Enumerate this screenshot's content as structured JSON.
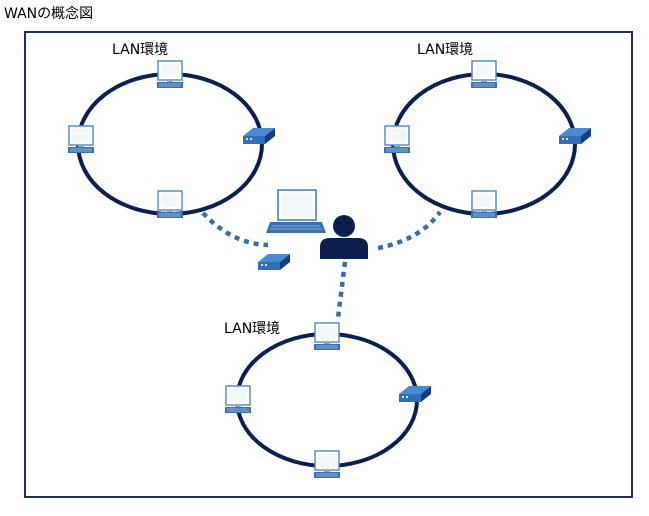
{
  "title": "WANの概念図",
  "lan_groups": [
    {
      "label": "LAN環境",
      "devices": [
        "pc-top",
        "pc-left",
        "pc-bottom",
        "switch-right"
      ]
    },
    {
      "label": "LAN環境",
      "devices": [
        "pc-top",
        "pc-left",
        "pc-bottom",
        "switch-right"
      ]
    },
    {
      "label": "LAN環境",
      "devices": [
        "pc-top",
        "pc-left",
        "pc-bottom",
        "switch-right"
      ]
    }
  ],
  "center_devices": [
    "laptop",
    "switch",
    "user"
  ],
  "colors": {
    "ring": "#0d1f4d",
    "dotted_link": "#3f6c9a",
    "monitor_frame": "#5a8fc4",
    "switch_top": "#2e6fb6",
    "switch_side": "#143f7a",
    "user": "#0d1f4d",
    "border": "#1f2f5a"
  }
}
